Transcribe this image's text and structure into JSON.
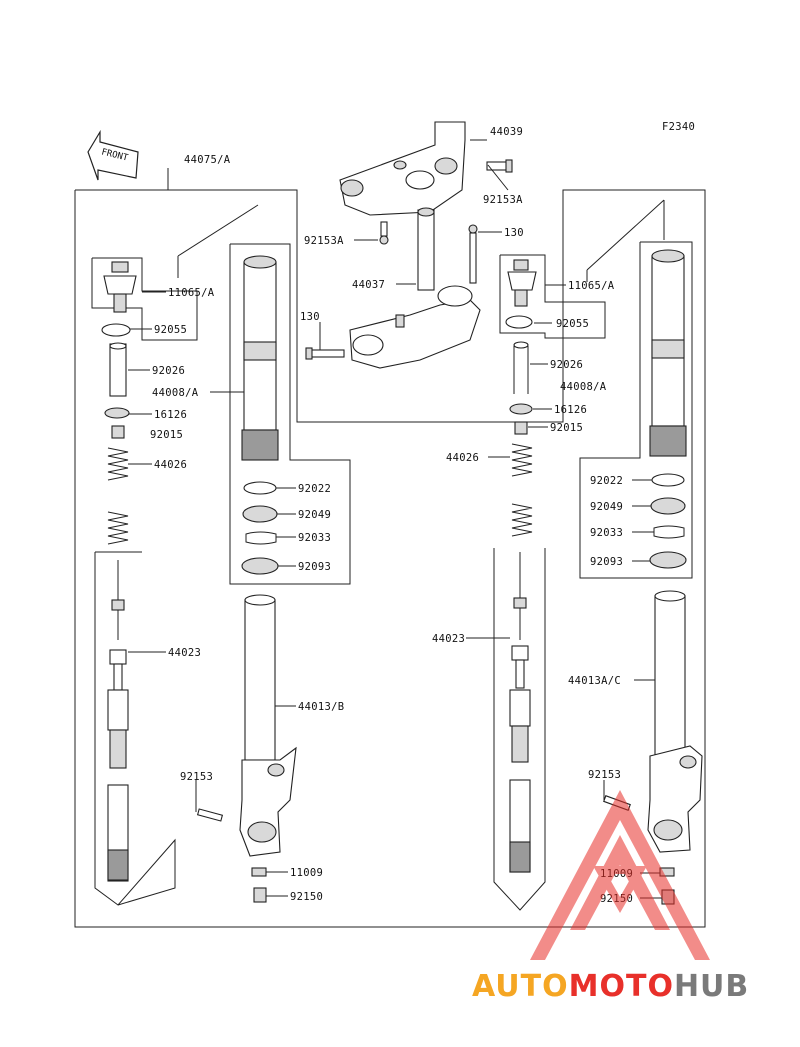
{
  "figure_code": "F2340",
  "front_marker": "FRONT",
  "labels": {
    "l44039": "44039",
    "l92153A_top": "92153A",
    "l92153A_left": "92153A",
    "l130_right": "130",
    "l44037": "44037",
    "l130_left": "130",
    "l44075A": "44075/A",
    "l11065A_left": "11065/A",
    "l92055_left": "92055",
    "l92026_left": "92026",
    "l44008A_left": "44008/A",
    "l16126_left": "16126",
    "l92015_left": "92015",
    "l44026_left": "44026",
    "l92022_left": "92022",
    "l92049_left": "92049",
    "l92033_left": "92033",
    "l92093_left": "92093",
    "l44023_left": "44023",
    "l44013B": "44013/B",
    "l92153_left": "92153",
    "l11009_left": "11009",
    "l92150_left": "92150",
    "l11065A_right": "11065/A",
    "l92055_right": "92055",
    "l92026_right": "92026",
    "l44008A_right": "44008/A",
    "l16126_right": "16126",
    "l92015_right": "92015",
    "l44026_right": "44026",
    "l92022_right": "92022",
    "l92049_right": "92049",
    "l92033_right": "92033",
    "l92093_right": "92093",
    "l44023_right": "44023",
    "l44013AC": "44013A/C",
    "l92153_right": "92153",
    "l11009_right": "11009",
    "l92150_right": "92150"
  },
  "watermark": {
    "part1": "AUTO",
    "part2": "MOTO",
    "part3": "HUB",
    "color1": "#f5a623",
    "color2": "#e8302a",
    "color3": "#7a7a7a"
  }
}
